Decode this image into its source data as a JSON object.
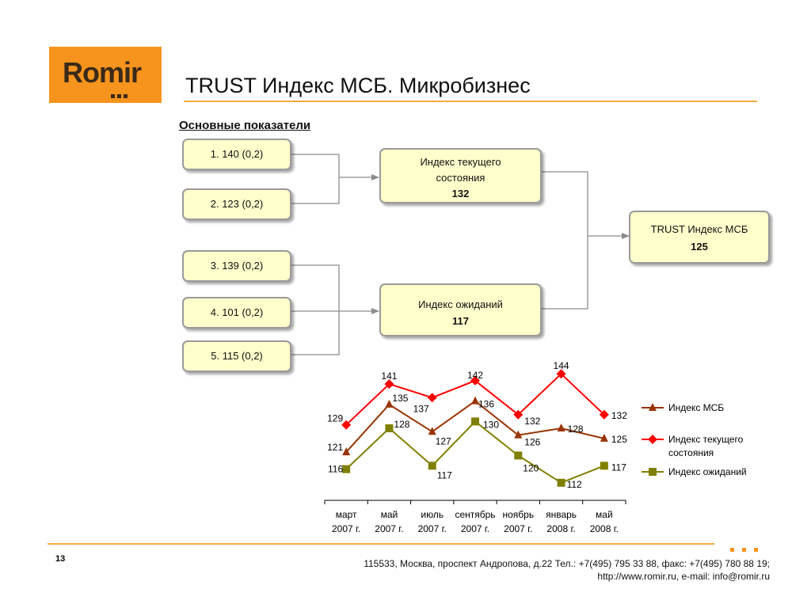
{
  "logo": {
    "text": "Romir"
  },
  "header": {
    "title": "TRUST Индекс МСБ. Микробизнес"
  },
  "section": {
    "subtitle": "Основные показатели"
  },
  "diagram": {
    "inputs": [
      "1. 140 (0,2)",
      "2. 123 (0,2)",
      "3. 139 (0,2)",
      "4. 101 (0,2)",
      "5. 115 (0,2)"
    ],
    "current": {
      "label_line1": "Индекс текущего",
      "label_line2": "состояния",
      "value": "132"
    },
    "expect": {
      "label": "Индекс ожиданий",
      "value": "117"
    },
    "total": {
      "label": "TRUST Индекс МСБ",
      "value": "125"
    }
  },
  "chart_data": {
    "type": "line",
    "categories": [
      [
        "март",
        "2007 г."
      ],
      [
        "май",
        "2007 г."
      ],
      [
        "июль",
        "2007 г."
      ],
      [
        "сентябрь",
        "2007 г."
      ],
      [
        "ноябрь",
        "2007 г."
      ],
      [
        "январь",
        "2008 г."
      ],
      [
        "май",
        "2008 г."
      ]
    ],
    "series": [
      {
        "name": "Индекс МСБ",
        "color": "#993300",
        "marker": "triangle",
        "values": [
          121,
          135,
          127,
          136,
          126,
          128,
          125
        ]
      },
      {
        "name": "Индекс текущего состояния",
        "color": "#ff0000",
        "marker": "diamond",
        "values": [
          129,
          141,
          137,
          142,
          132,
          144,
          132
        ]
      },
      {
        "name": "Индекс ожиданий",
        "color": "#808000",
        "marker": "square",
        "values": [
          116,
          128,
          117,
          130,
          120,
          112,
          117
        ]
      }
    ],
    "legend_position": "right"
  },
  "footer": {
    "page_number": "13",
    "address": "115533, Москва, проспект Андропова, д.22   Тел.: +7(495) 795 33 88, факс: +7(495) 780 88 19;",
    "contacts": "http://www.romir.ru, e-mail: info@romir.ru"
  }
}
